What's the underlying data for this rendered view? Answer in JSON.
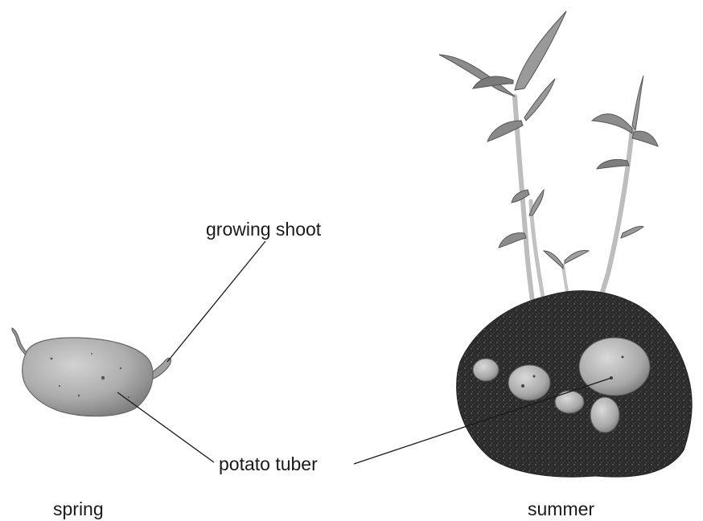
{
  "labels": {
    "growing_shoot": "growing shoot",
    "potato_tuber": "potato tuber",
    "spring": "spring",
    "summer": "summer"
  },
  "colors": {
    "background": "#ffffff",
    "text": "#1a1a1a",
    "leader_line": "#1a1a1a",
    "potato_skin": "#b0b0b0",
    "shoot": "#9a9a9a",
    "soil": "#2f2f2f",
    "stem": "#bdbdbd",
    "leaf": "#8c8c8c"
  },
  "icons": {
    "spring_image": "sprouting-potato",
    "summer_image": "potato-plant-in-soil"
  }
}
